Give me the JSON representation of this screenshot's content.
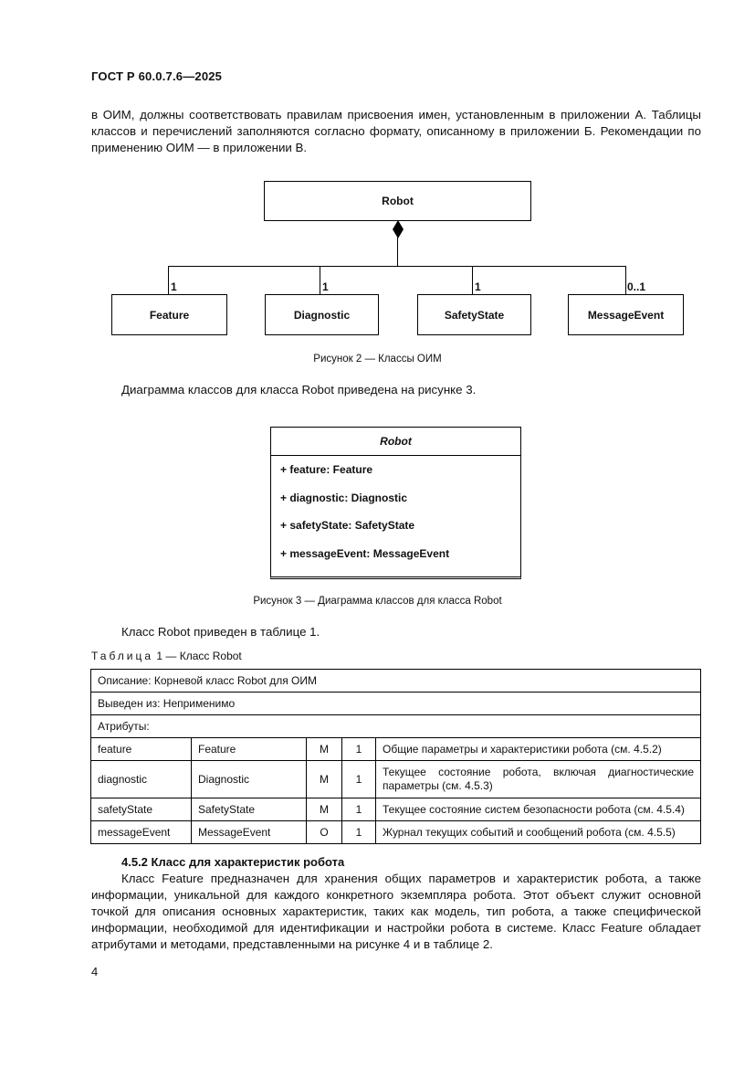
{
  "header": {
    "doc_id": "ГОСТ Р 60.0.7.6—2025"
  },
  "intro_paragraph": "в ОИМ, должны соответствовать правилам присвоения имен, установленным в приложении А. Таблицы классов и перечислений заполняются согласно формату, описанному в приложении Б. Рекомендации по применению ОИМ — в приложении В.",
  "figure2": {
    "root": "Robot",
    "children": [
      {
        "name": "Feature",
        "multiplicity": "1"
      },
      {
        "name": "Diagnostic",
        "multiplicity": "1"
      },
      {
        "name": "SafetyState",
        "multiplicity": "1"
      },
      {
        "name": "MessageEvent",
        "multiplicity": "0..1"
      }
    ],
    "caption": "Рисунок 2 — Классы ОИМ"
  },
  "para_fig3": "Диаграмма классов для класса Robot приведена на рисунке 3.",
  "figure3": {
    "class_name": "Robot",
    "attributes": [
      "+ feature: Feature",
      "+ diagnostic: Diagnostic",
      "+ safetyState: SafetyState",
      "+ messageEvent: MessageEvent"
    ],
    "caption": "Рисунок 3 — Диаграмма классов для класса Robot"
  },
  "para_table": "Класс Robot приведен в таблице 1.",
  "table1": {
    "caption_prefix": "Таблица",
    "caption_rest": "1 — Класс Robot",
    "description": "Описание: Корневой класс Robot для ОИМ",
    "derived": "Выведен из: Неприменимо",
    "attributes_label": "Атрибуты:",
    "rows": [
      [
        "feature",
        "Feature",
        "M",
        "1",
        "Общие параметры и характеристики робота (см. 4.5.2)"
      ],
      [
        "diagnostic",
        "Diagnostic",
        "M",
        "1",
        "Текущее состояние робота, включая диагностические параметры (см. 4.5.3)"
      ],
      [
        "safetyState",
        "SafetyState",
        "M",
        "1",
        "Текущее состояние систем безопасности робота (см. 4.5.4)"
      ],
      [
        "messageEvent",
        "MessageEvent",
        "O",
        "1",
        "Журнал текущих событий и сообщений робота (см. 4.5.5)"
      ]
    ]
  },
  "section": {
    "heading": "4.5.2 Класс для характеристик робота",
    "body": "Класс Feature предназначен для хранения общих параметров и характеристик робота, а также информации, уникальной для каждого конкретного экземпляра робота. Этот объект служит основной точкой для описания основных характеристик, таких как модель, тип робота, а также специфической информации, необходимой для идентификации и настройки робота в системе. Класс Feature обладает атрибутами и методами, представленными на рисунке 4 и в таблице 2."
  },
  "page_number": "4"
}
